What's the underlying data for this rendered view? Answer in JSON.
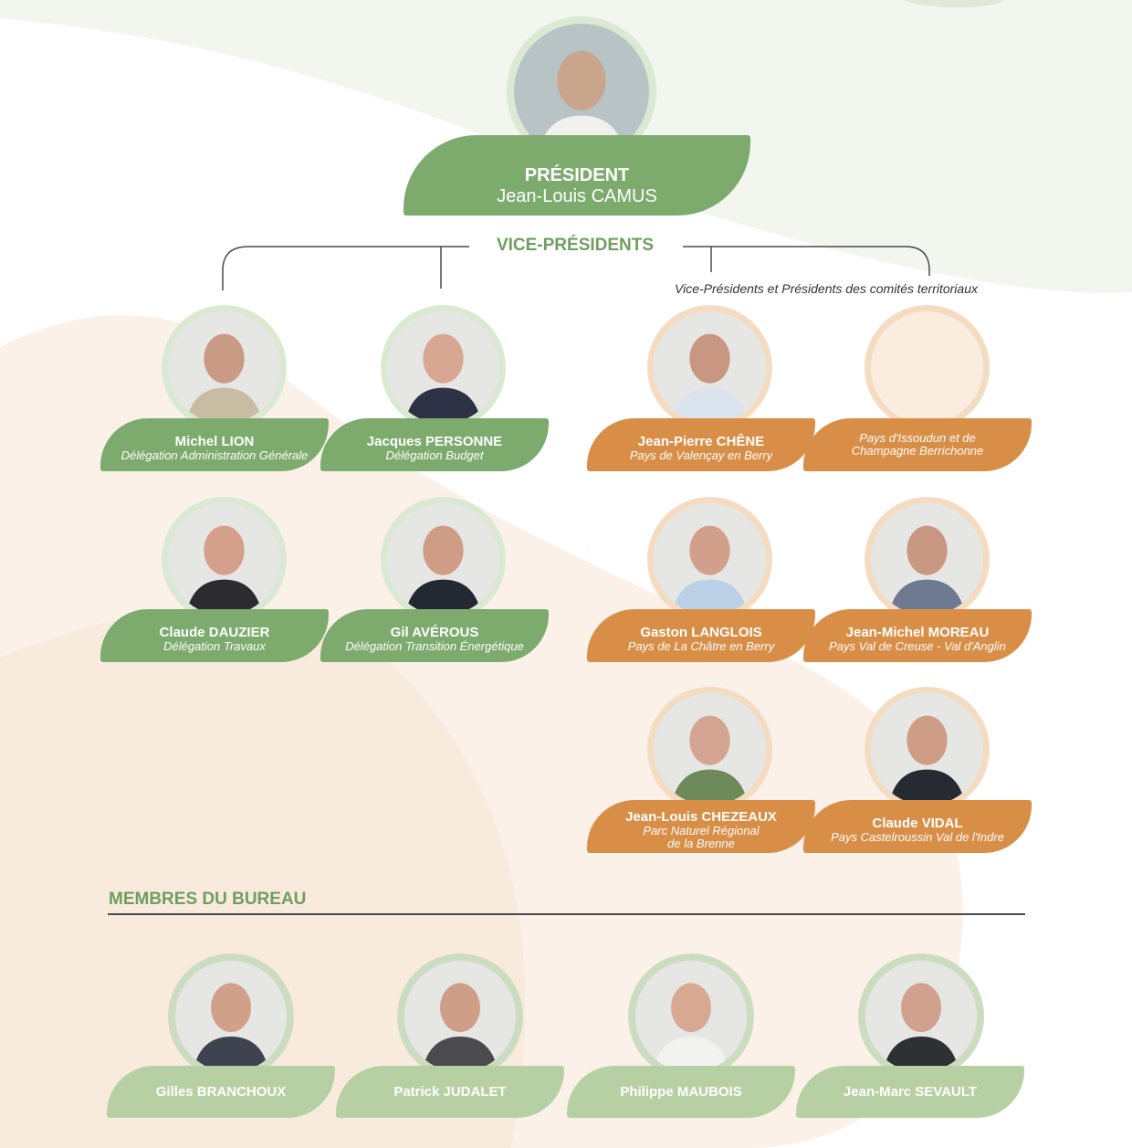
{
  "president": {
    "title": "PRÉSIDENT",
    "name": "Jean-Louis CAMUS"
  },
  "vice_presidents": {
    "heading": "VICE-PRÉSIDENTS",
    "territorial_heading": "Vice-Présidents et Présidents des comités territoriaux",
    "delegations": [
      {
        "name": "Michel LION",
        "role": "Délégation Administration Générale"
      },
      {
        "name": "Jacques PERSONNE",
        "role": "Délégation Budget"
      },
      {
        "name": "Claude DAUZIER",
        "role": "Délégation Travaux"
      },
      {
        "name": "Gil AVÉROUS",
        "role": "Délégation Transition Énergétique"
      }
    ],
    "territorial": [
      {
        "name": "Jean-Pierre CHÊNE",
        "role": "Pays de Valençay en Berry"
      },
      {
        "name": "",
        "role_line1": "Pays d'Issoudun et de",
        "role_line2": "Champagne Berrichonne"
      },
      {
        "name": "Gaston LANGLOIS",
        "role": "Pays de La Châtre en Berry"
      },
      {
        "name": "Jean-Michel MOREAU",
        "role": "Pays Val de Creuse - Val d'Anglin"
      },
      {
        "name": "Jean-Louis CHEZEAUX",
        "role_line1": "Parc Naturel Régional",
        "role_line2": "de la Brenne"
      },
      {
        "name": "Claude VIDAL",
        "role": "Pays Castelroussin Val de l'Indre"
      }
    ]
  },
  "bureau": {
    "heading": "MEMBRES DU BUREAU",
    "members": [
      {
        "name": "Gilles BRANCHOUX"
      },
      {
        "name": "Patrick JUDALET"
      },
      {
        "name": "Philippe MAUBOIS"
      },
      {
        "name": "Jean-Marc SEVAULT"
      }
    ]
  },
  "colors": {
    "green": "#7cab6d",
    "orange": "#d98e47",
    "pale_green": "#b7d0a3",
    "heading_green": "#6f9e5f"
  },
  "icons": {
    "portrait": "person-silhouette-icon"
  }
}
